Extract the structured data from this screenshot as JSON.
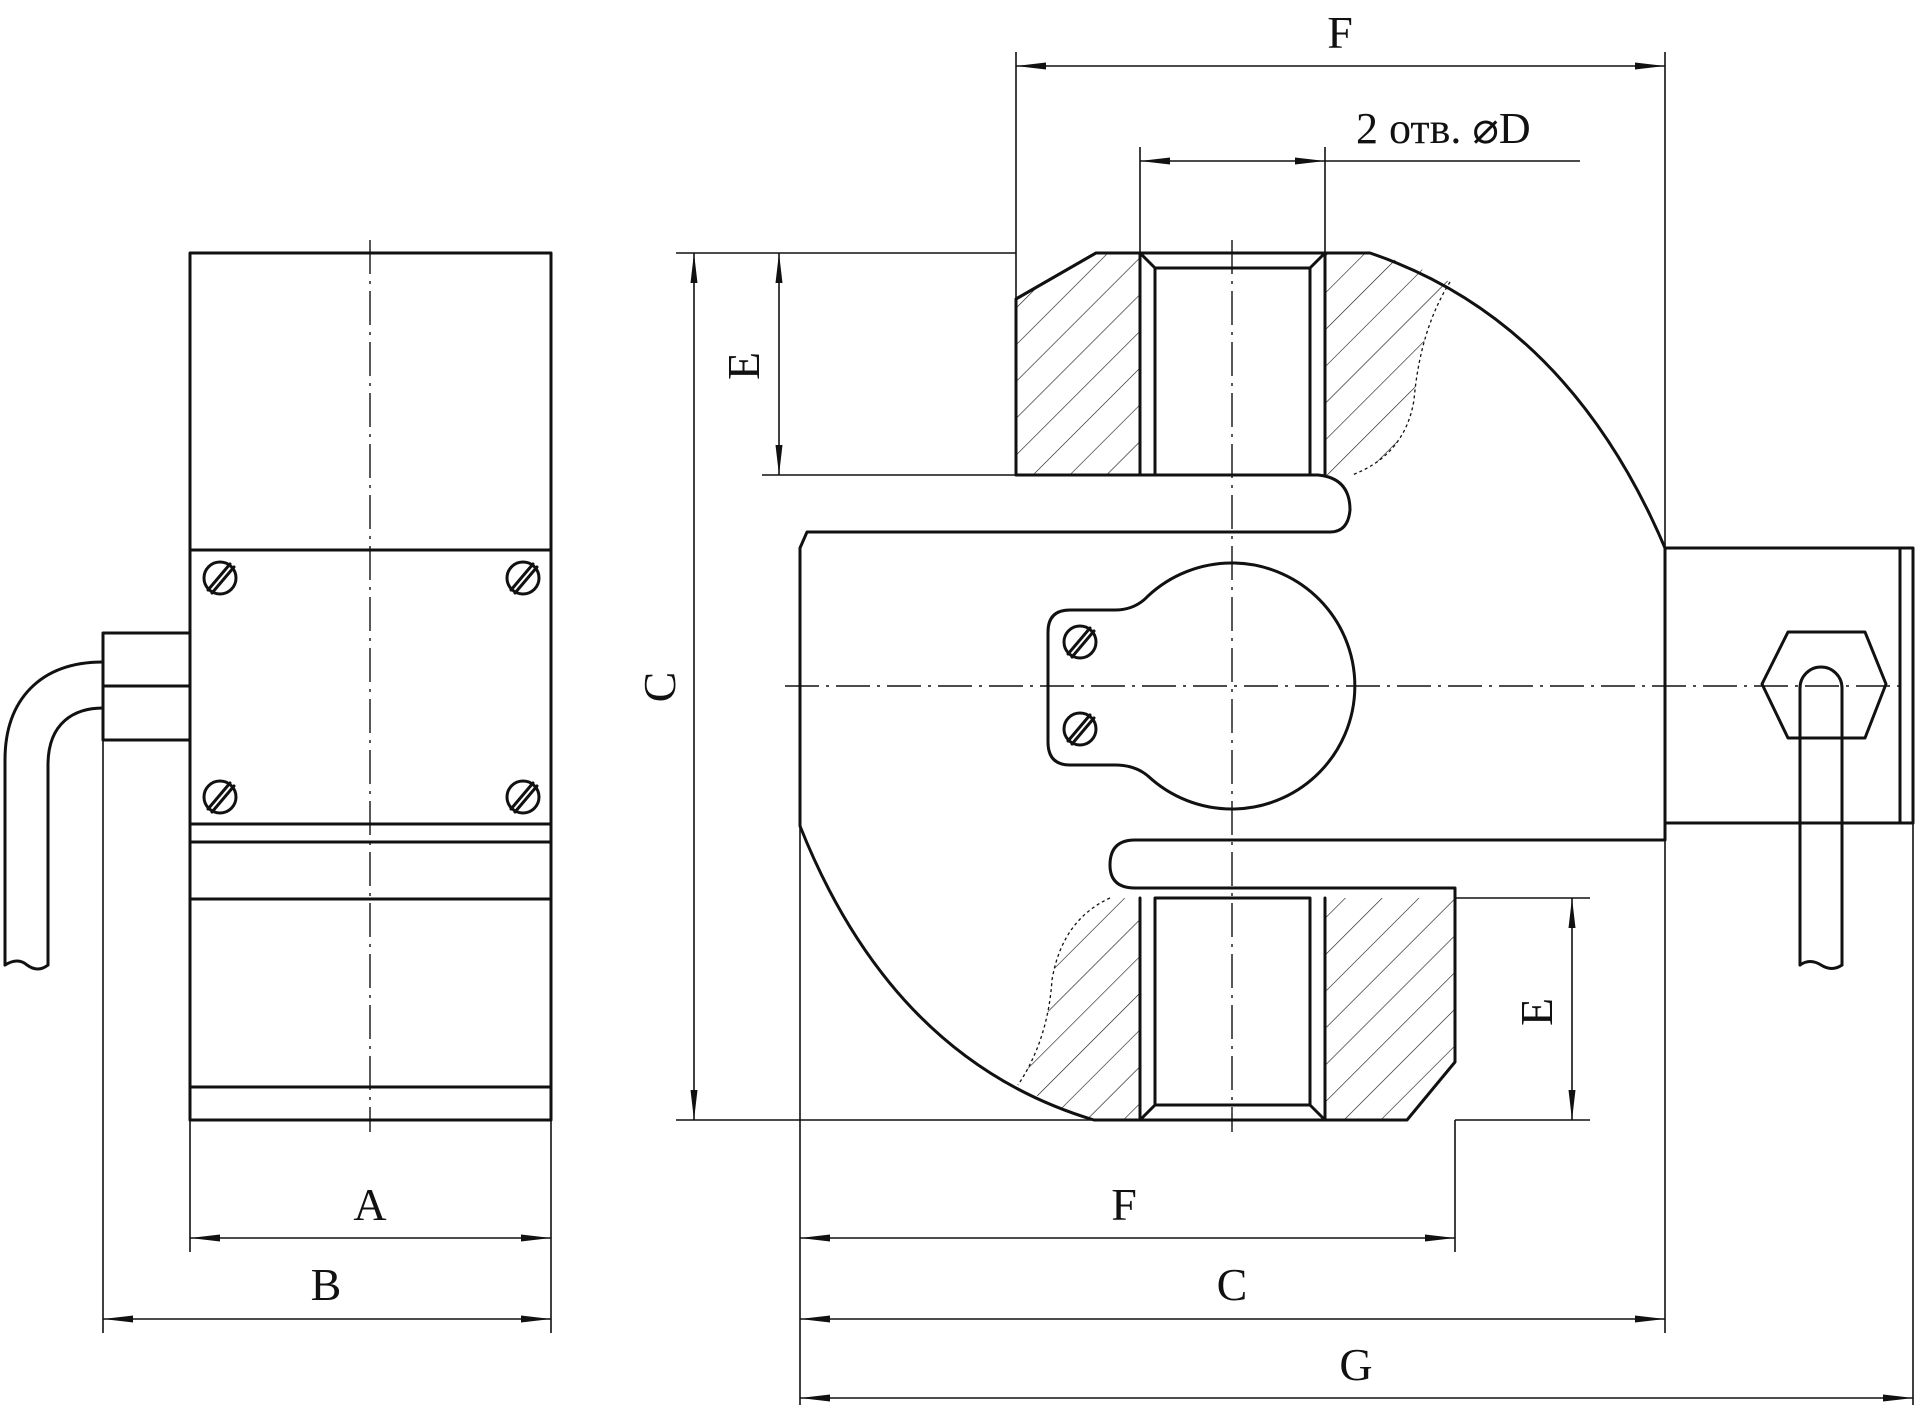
{
  "labels": {
    "dim_a": "A",
    "dim_b": "B",
    "dim_c_vertical": "C",
    "dim_c_bottom": "C",
    "dim_e_top": "E",
    "dim_e_bottom": "E",
    "dim_f_top": "F",
    "dim_f_bottom": "F",
    "dim_g": "G",
    "holes_note": "2 отв. ⌀D"
  }
}
